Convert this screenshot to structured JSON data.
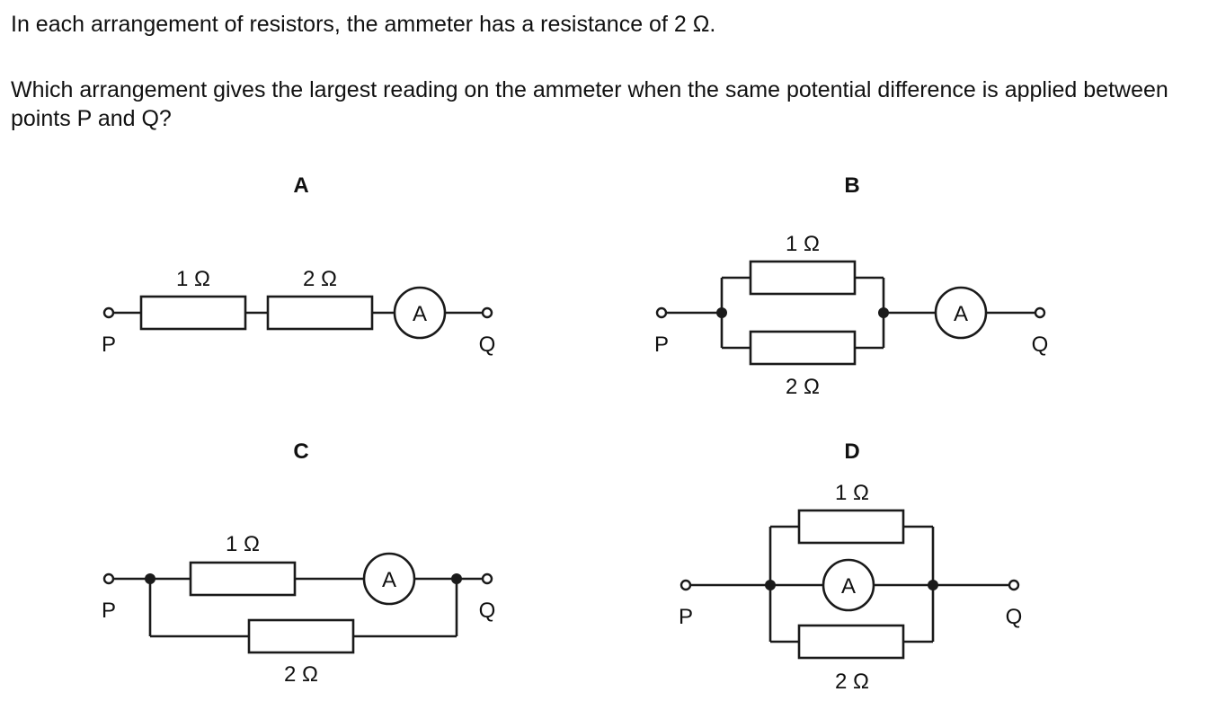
{
  "question": {
    "line1": "In each arrangement of resistors, the ammeter has a resistance of 2 Ω.",
    "line2": "Which arrangement gives the largest reading on the ammeter when the same potential difference is applied between points P and Q?"
  },
  "options": {
    "A": {
      "label": "A",
      "r1": "1 Ω",
      "r2": "2 Ω",
      "meter": "A",
      "p": "P",
      "q": "Q"
    },
    "B": {
      "label": "B",
      "r1": "1 Ω",
      "r2": "2 Ω",
      "meter": "A",
      "p": "P",
      "q": "Q"
    },
    "C": {
      "label": "C",
      "r1": "1 Ω",
      "r2": "2 Ω",
      "meter": "A",
      "p": "P",
      "q": "Q"
    },
    "D": {
      "label": "D",
      "r1": "1 Ω",
      "r2": "2 Ω",
      "meter": "A",
      "p": "P",
      "q": "Q"
    }
  }
}
